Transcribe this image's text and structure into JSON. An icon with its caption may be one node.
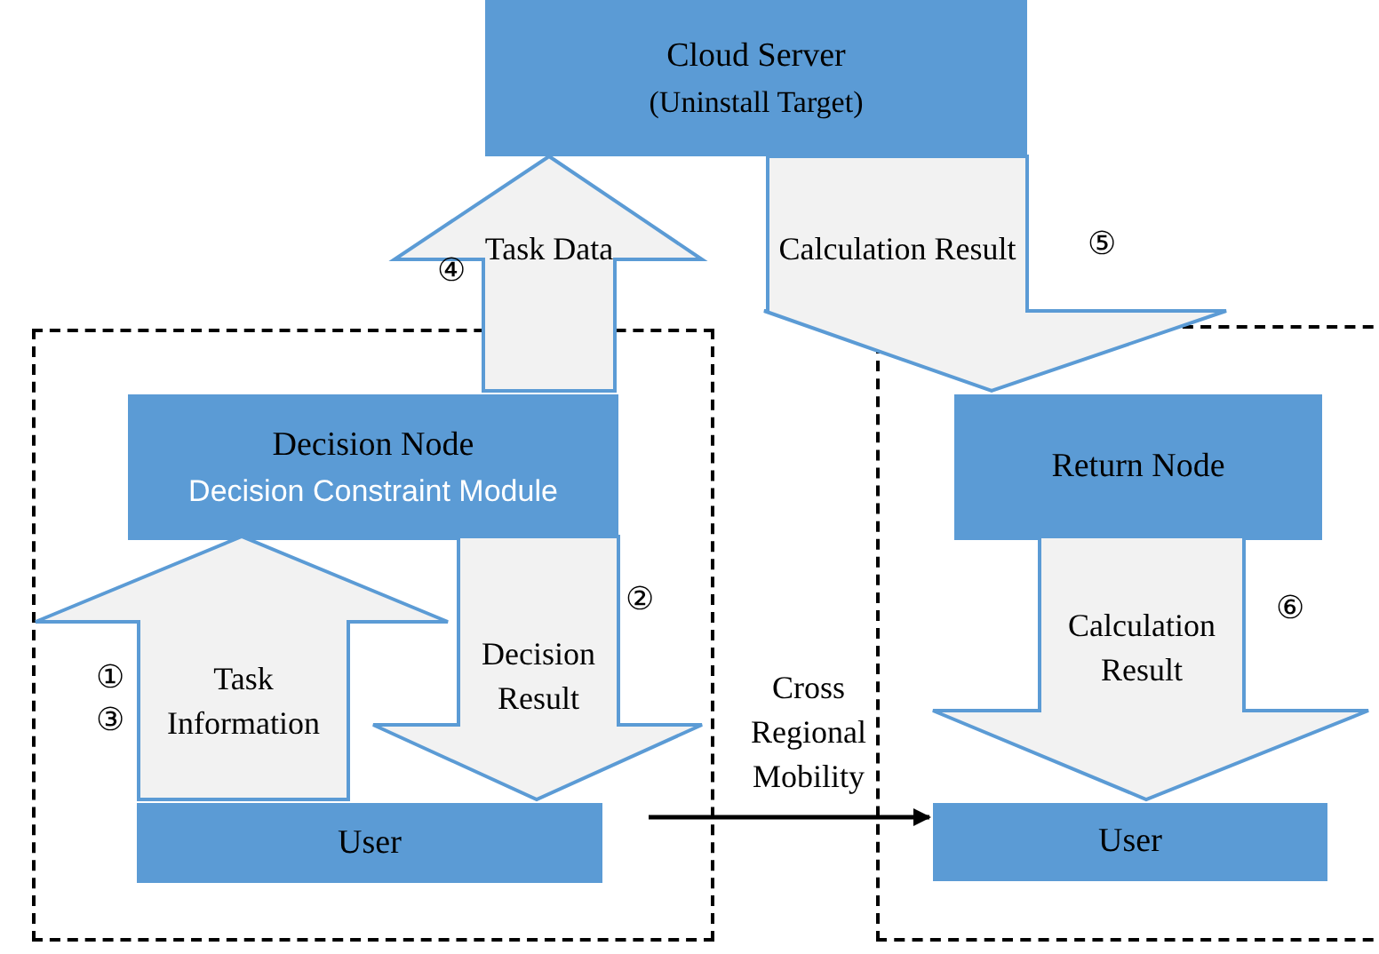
{
  "diagram": {
    "nodes": [
      {
        "text": [
          "Cloud Server",
          "(Uninstall Target)"
        ]
      },
      {
        "text": [],
        "shape": "box"
      },
      {
        "text": [
          "Decision Node",
          "Decision Constraint Module"
        ],
        "in": 1
      },
      {
        "text": [
          "User"
        ],
        "in": 1
      },
      {
        "text": [],
        "shape": "box"
      },
      {
        "text": [
          "Return Node"
        ],
        "in": 4
      },
      {
        "text": [
          "User"
        ],
        "in": 4
      }
    ],
    "edges": [
      {
        "from": 3,
        "to": 2,
        "arrow": "to",
        "label": "Task Information",
        "style": "thick"
      },
      {
        "from": 2,
        "to": 3,
        "arrow": "to",
        "label": "Decision Result",
        "style": "thick"
      },
      {
        "from": 2,
        "to": 0,
        "arrow": "to",
        "label": "Task Data",
        "style": "thick"
      },
      {
        "from": 0,
        "to": 5,
        "arrow": "to",
        "label": "Calculation Result",
        "style": "thick"
      },
      {
        "from": 5,
        "to": 6,
        "arrow": "to",
        "label": "Calculation Result",
        "style": "thick"
      },
      {
        "from": 3,
        "to": 6,
        "arrow": "to",
        "label": "Cross Regional Mobility"
      }
    ],
    "labels": [
      "⑤",
      "④",
      "②",
      "⑥",
      "①",
      "③"
    ]
  }
}
